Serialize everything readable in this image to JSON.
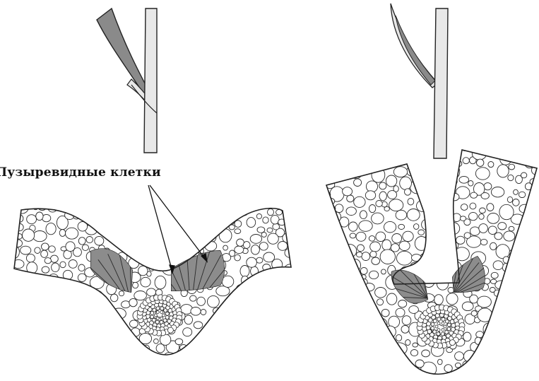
{
  "annotation": {
    "label": "Пузыревидные клетки"
  },
  "colors": {
    "cell_stroke": "#2a2a2a",
    "cell_fill": "#ffffff",
    "bulliform_fill": "#8c8c8c",
    "blade_fill": "#8a8a8a",
    "sheath_fill": "#e8e8e8",
    "background": "#ffffff"
  },
  "panels": [
    {
      "name": "left",
      "leaf_state": "open"
    },
    {
      "name": "right",
      "leaf_state": "folded"
    }
  ]
}
